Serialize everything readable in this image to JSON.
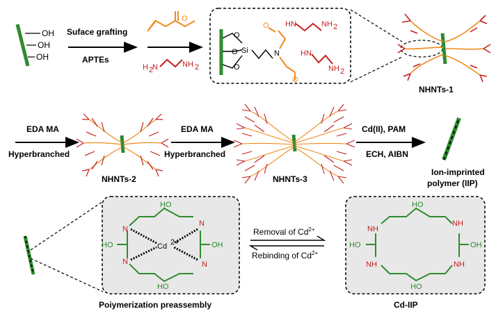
{
  "row1": {
    "oh_groups": [
      "OH",
      "OH",
      "OH"
    ],
    "step1_top": "Suface grafting",
    "step1_bottom": "APTEs",
    "si_label": "Si",
    "o_labels": [
      "O",
      "O",
      "O"
    ],
    "n_label": "N",
    "nh_labels": [
      "HN",
      "HN"
    ],
    "nh2_labels": [
      "NH",
      "NH"
    ],
    "eda_labels": [
      "H",
      "N",
      "NH"
    ],
    "subscript_2": "2",
    "product1": "NHNTs-1"
  },
  "row2": {
    "step2_top": "EDA MA",
    "step2_bottom": "Hyperbranched",
    "product2": "NHNTs-2",
    "step3_top": "EDA MA",
    "step3_bottom": "Hyperbranched",
    "product3": "NHNTs-3",
    "step4_top": "Cd(II), PAM",
    "step4_bottom": "ECH, AIBN",
    "product4_line1": "Ion-imprinted",
    "product4_line2": "polymer (IIP)"
  },
  "row3": {
    "complex_N": [
      "N",
      "N",
      "N",
      "N"
    ],
    "complex_HO": [
      "HO",
      "HO",
      "HO",
      "OH"
    ],
    "cd_label": "Cd",
    "cd_charge": "2+",
    "removal_label": "Removal of Cd",
    "rebinding_label": "Rebinding of Cd",
    "charge_sup": "2+",
    "cavity_NH": [
      "NH",
      "NH",
      "NH",
      "NH"
    ],
    "cavity_HO": [
      "HO",
      "HO",
      "HO",
      "OH"
    ],
    "caption_left": "Poiymerization preassembly",
    "caption_right": "Cd-IIP"
  },
  "colors": {
    "green": "#2e8b2e",
    "red": "#c41e1e",
    "orange": "#f08a1c",
    "box_fill": "#e8e8e8"
  }
}
